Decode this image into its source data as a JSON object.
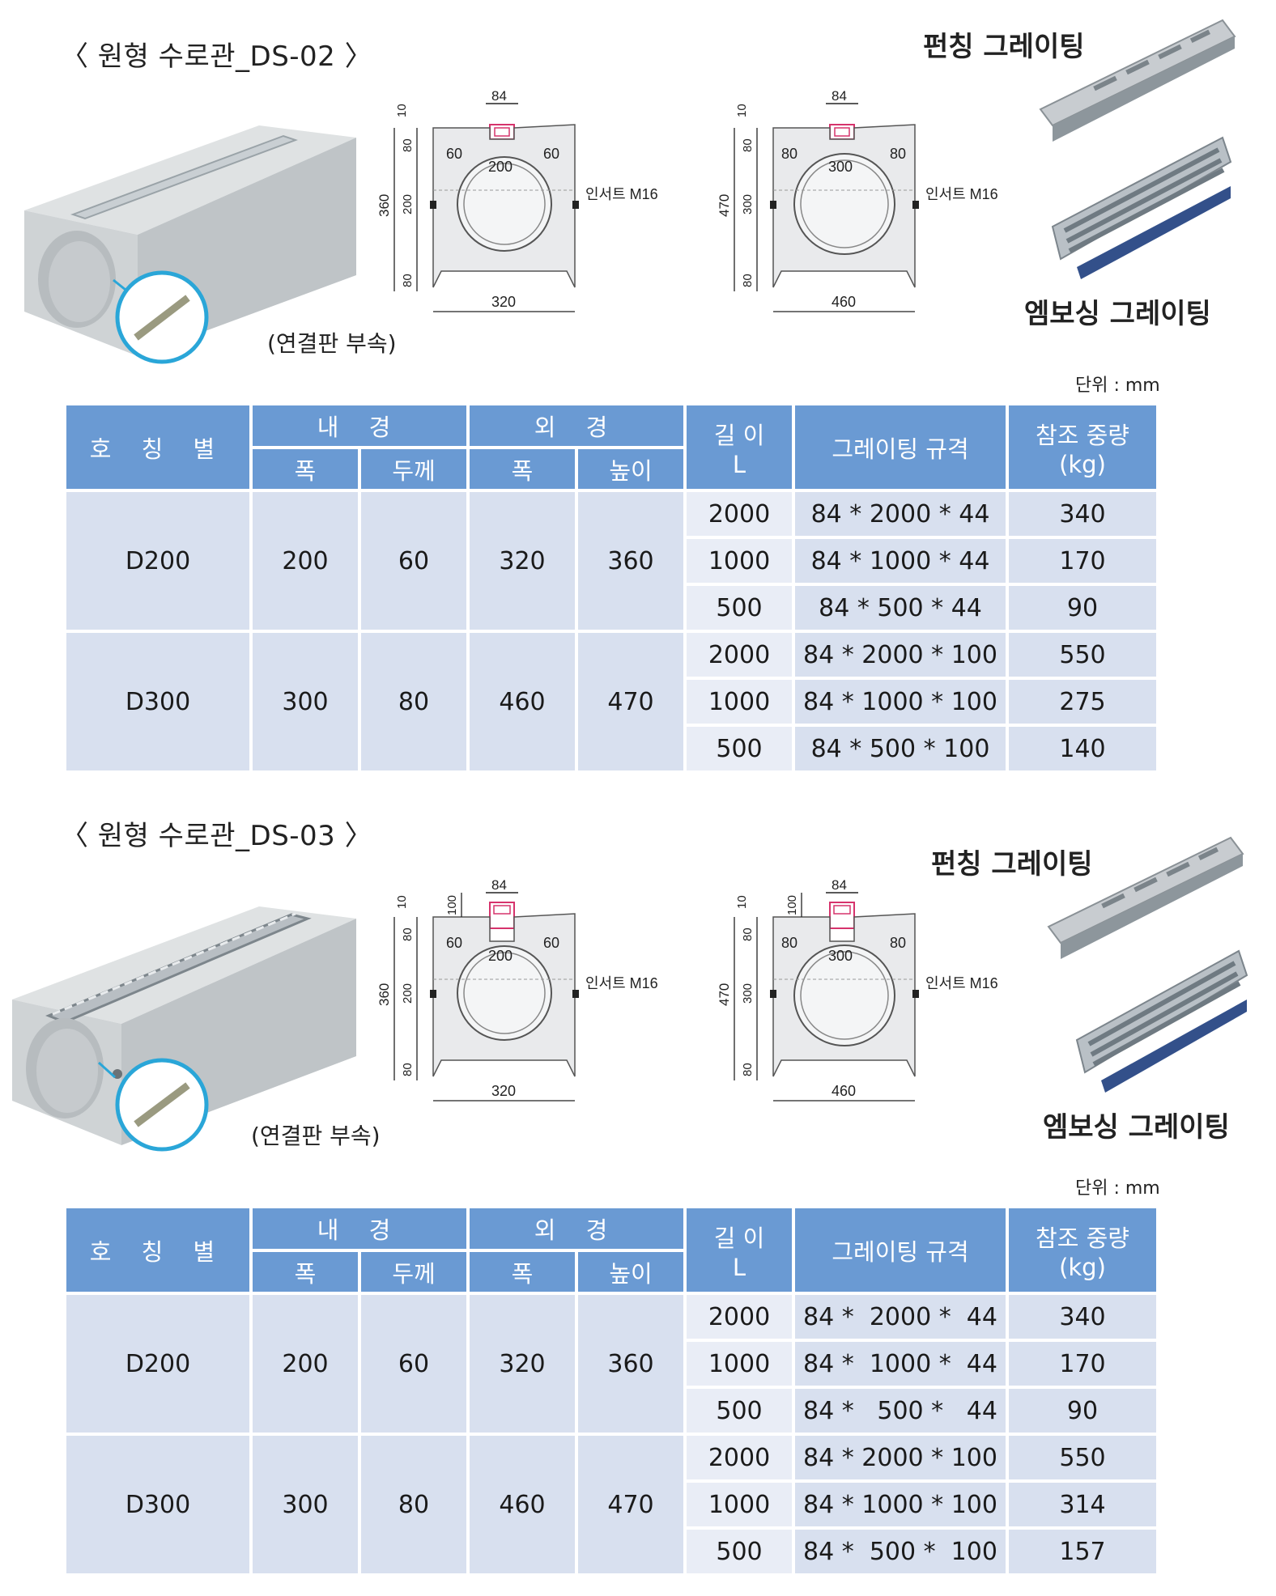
{
  "unit_label": "단위 : mm",
  "colors": {
    "header": "#6a9ad3",
    "cell": "#d8e0ef",
    "accent_ring": "#2aa6d8"
  },
  "labels": {
    "punching": "펀칭 그레이팅",
    "embossing": "엠보싱 그레이팅",
    "connector": "(연결판 부속)",
    "insert": "인서트 M16"
  },
  "table_headers": {
    "name": "호 칭 별",
    "inner": "내 경",
    "outer": "외 경",
    "length": "길 이",
    "length_sub": "L",
    "grating": "그레이팅 규격",
    "weight": "참조 중량",
    "weight_sub": "(kg)",
    "width": "폭",
    "thickness": "두께",
    "height": "높이"
  },
  "diagram_dims": {
    "top_width": "84",
    "top10": "10",
    "top100": "100",
    "d200": {
      "height": "360",
      "seg1": "80",
      "seg2": "200",
      "seg3": "80",
      "wall": "60",
      "inner": "200",
      "base": "320"
    },
    "d300": {
      "height": "470",
      "seg1": "80",
      "seg2": "300",
      "seg3": "80",
      "wall": "80",
      "inner": "300",
      "base": "460"
    }
  },
  "sections": [
    {
      "title": "〈 원형 수로관_DS-02 〉",
      "rows": [
        {
          "name": "D200",
          "iw": "200",
          "it": "60",
          "ow": "320",
          "oh": "360",
          "items": [
            {
              "l": "2000",
              "g": "84 * 2000 * 44",
              "w": "340"
            },
            {
              "l": "1000",
              "g": "84 * 1000 * 44",
              "w": "170"
            },
            {
              "l": "500",
              "g": "84 * 500 * 44",
              "w": "90"
            }
          ]
        },
        {
          "name": "D300",
          "iw": "300",
          "it": "80",
          "ow": "460",
          "oh": "470",
          "items": [
            {
              "l": "2000",
              "g": "84 * 2000 * 100",
              "w": "550"
            },
            {
              "l": "1000",
              "g": "84 * 1000 * 100",
              "w": "275"
            },
            {
              "l": "500",
              "g": "84 * 500 * 100",
              "w": "140"
            }
          ]
        }
      ]
    },
    {
      "title": "〈 원형 수로관_DS-03 〉",
      "rows": [
        {
          "name": "D200",
          "iw": "200",
          "it": "60",
          "ow": "320",
          "oh": "360",
          "items": [
            {
              "l": "2000",
              "g": "84 *  2000 *  44",
              "w": "340"
            },
            {
              "l": "1000",
              "g": "84 *  1000 *  44",
              "w": "170"
            },
            {
              "l": "500",
              "g": "84 *   500 *   44",
              "w": "90"
            }
          ]
        },
        {
          "name": "D300",
          "iw": "300",
          "it": "80",
          "ow": "460",
          "oh": "470",
          "items": [
            {
              "l": "2000",
              "g": "84 * 2000 * 100",
              "w": "550"
            },
            {
              "l": "1000",
              "g": "84 * 1000 * 100",
              "w": "314"
            },
            {
              "l": "500",
              "g": "84 *  500 *  100",
              "w": "157"
            }
          ]
        }
      ]
    }
  ]
}
